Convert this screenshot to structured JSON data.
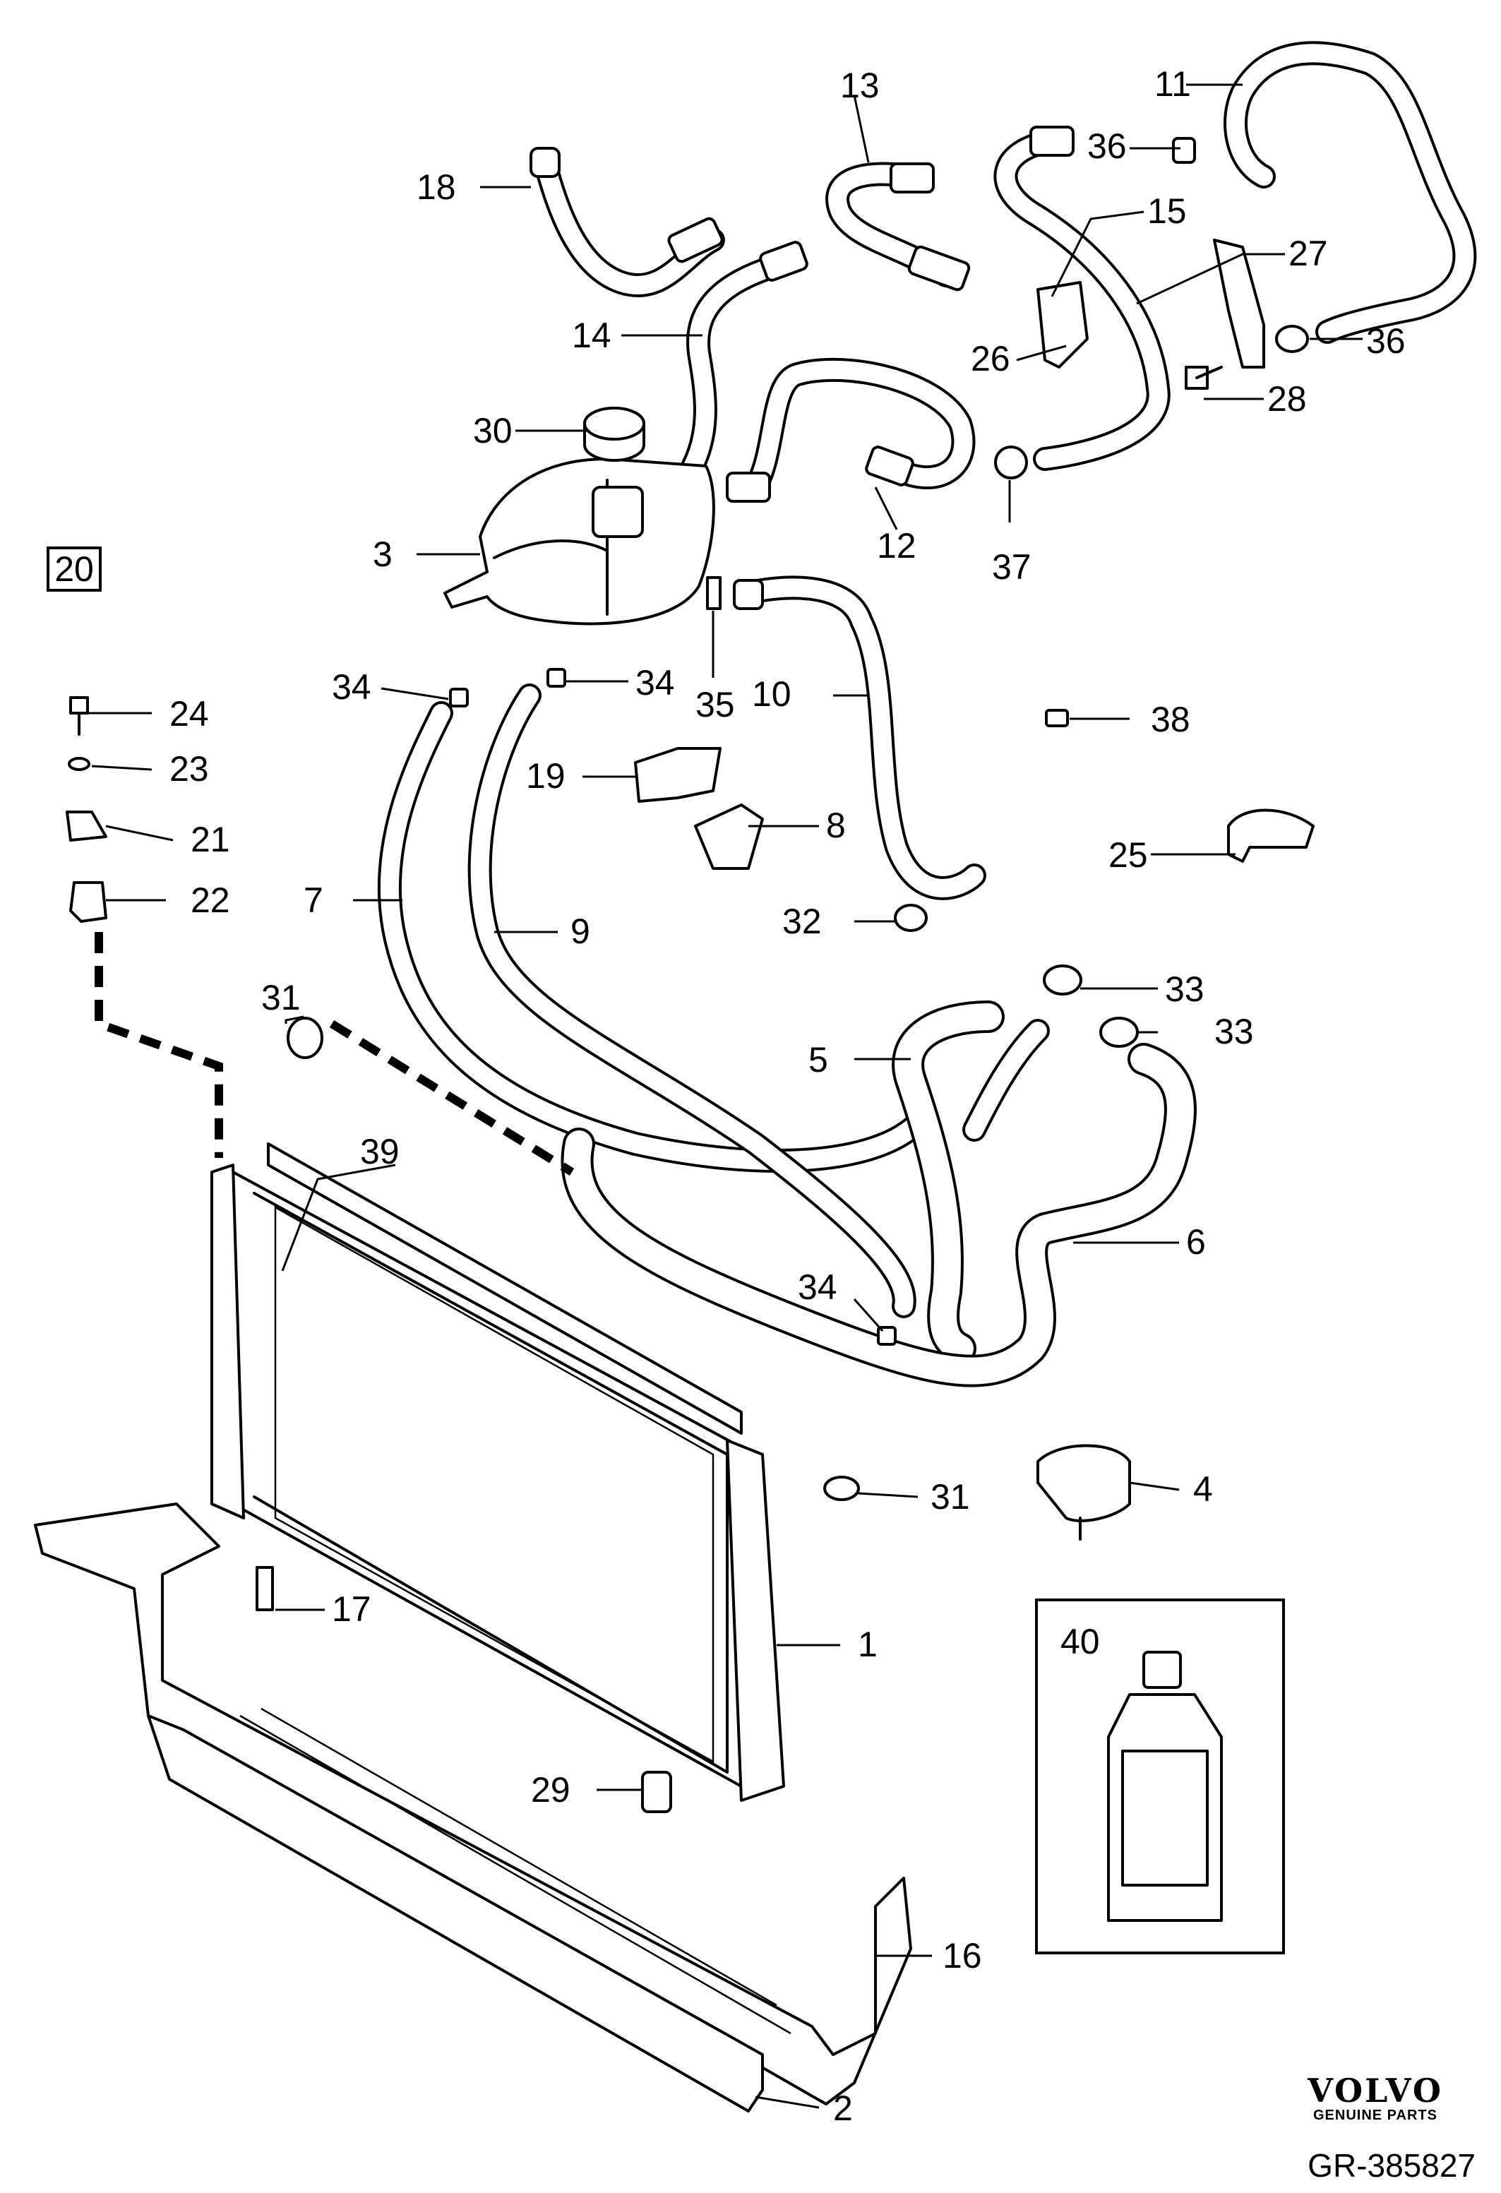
{
  "diagram": {
    "group_number": "20",
    "reference": "GR-385827",
    "brand": {
      "name": "VOLVO",
      "tagline": "GENUINE PARTS"
    },
    "callouts": {
      "c1": "1",
      "c2": "2",
      "c3": "3",
      "c4": "4",
      "c5": "5",
      "c6": "6",
      "c7": "7",
      "c8": "8",
      "c9": "9",
      "c10": "10",
      "c11": "11",
      "c12": "12",
      "c13": "13",
      "c14": "14",
      "c15": "15",
      "c16": "16",
      "c17": "17",
      "c18": "18",
      "c19": "19",
      "c21": "21",
      "c22": "22",
      "c23": "23",
      "c24": "24",
      "c25": "25",
      "c26": "26",
      "c27": "27",
      "c28": "28",
      "c29": "29",
      "c30": "30",
      "c31a": "31",
      "c31b": "31",
      "c32": "32",
      "c33a": "33",
      "c33b": "33",
      "c34a": "34",
      "c34b": "34",
      "c34c": "34",
      "c35": "35",
      "c36a": "36",
      "c36b": "36",
      "c37": "37",
      "c38": "38",
      "c39": "39",
      "c40": "40"
    }
  }
}
